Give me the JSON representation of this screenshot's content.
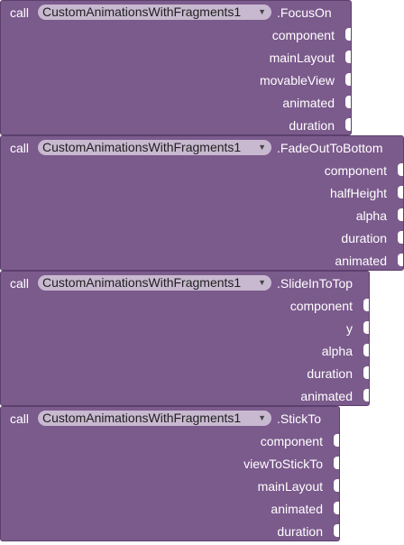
{
  "blocks": [
    {
      "call_label": "call",
      "component": "CustomAnimationsWithFragments1",
      "method": ".FocusOn",
      "params": [
        "component",
        "mainLayout",
        "movableView",
        "animated",
        "duration"
      ]
    },
    {
      "call_label": "call",
      "component": "CustomAnimationsWithFragments1",
      "method": ".FadeOutToBottom",
      "params": [
        "component",
        "halfHeight",
        "alpha",
        "duration",
        "animated"
      ]
    },
    {
      "call_label": "call",
      "component": "CustomAnimationsWithFragments1",
      "method": ".SlideInToTop",
      "params": [
        "component",
        "y",
        "alpha",
        "duration",
        "animated"
      ]
    },
    {
      "call_label": "call",
      "component": "CustomAnimationsWithFragments1",
      "method": ".StickTo",
      "params": [
        "component",
        "viewToStickTo",
        "mainLayout",
        "animated",
        "duration"
      ]
    }
  ],
  "colors": {
    "block_fill": "#7b5a8c",
    "block_border": "#5c3f6d",
    "dropdown_fill": "#c8b9d0"
  }
}
